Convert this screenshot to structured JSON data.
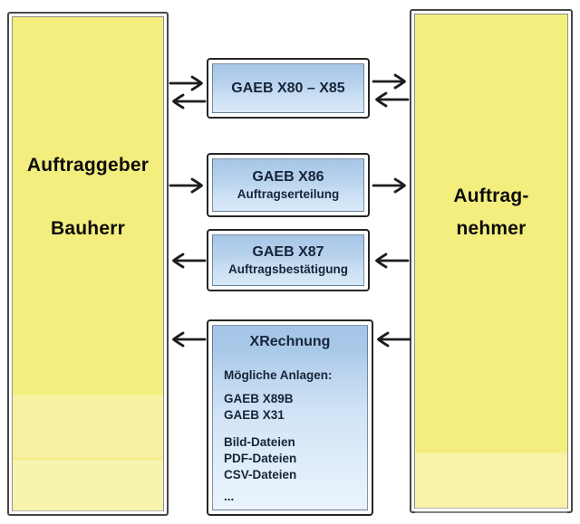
{
  "actors": {
    "left": {
      "line1": "Auftraggeber",
      "line2": "Bauherr"
    },
    "right": {
      "line1": "Auftrag-",
      "line2": "nehmer"
    }
  },
  "flows": [
    {
      "title": "GAEB X80 – X85"
    },
    {
      "title": "GAEB X86",
      "subtitle": "Auftragserteilung"
    },
    {
      "title": "GAEB X87",
      "subtitle": "Auftragsbestätigung"
    },
    {
      "title": "XRechnung",
      "attachments_header": "Mögliche Anlagen:",
      "attachments": [
        "GAEB X89B",
        "GAEB X31"
      ],
      "file_types": [
        "Bild-Dateien",
        "PDF-Dateien",
        "CSV-Dateien"
      ],
      "ellipsis": "..."
    }
  ],
  "icons": {
    "arrow_right": "→",
    "arrow_left": "←"
  },
  "colors": {
    "actor_fill": "#f3ee7e",
    "flow_fill_top": "#a6c6e6",
    "flow_fill_bottom": "#d9e9f8",
    "arrow": "#1d1d1d",
    "flow_text": "#17243a",
    "actor_text": "#0c0c0c",
    "background": "#ffffff"
  }
}
